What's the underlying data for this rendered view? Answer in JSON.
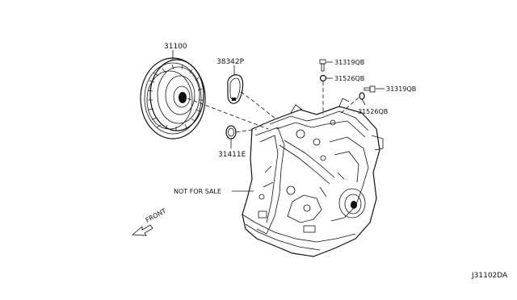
{
  "labels": {
    "converter": "31100",
    "gasket": "38342P",
    "oring": "31411E",
    "bolt1": "31319QB",
    "washer1": "31526QB",
    "bolt2": "31319QB",
    "washer2": "31526QB",
    "not_for_sale": "NOT FOR SALE",
    "front": "FRONT",
    "diagram_id": "J31102DA"
  }
}
